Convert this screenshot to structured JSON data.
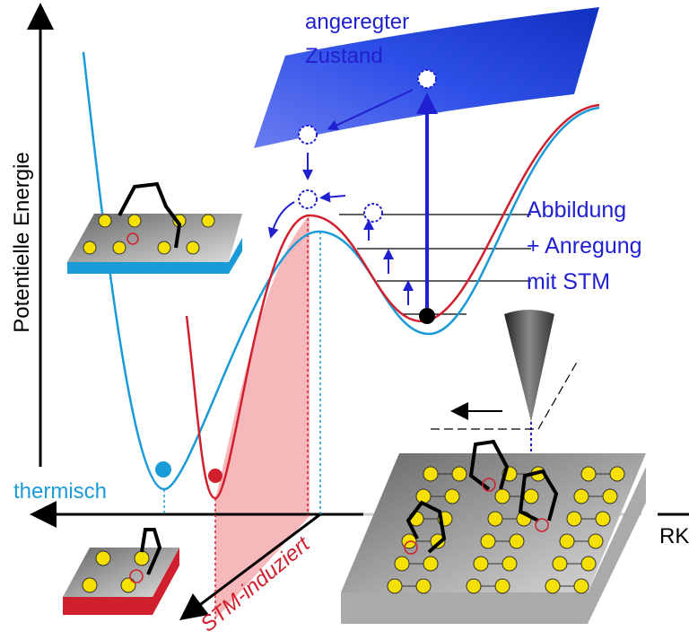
{
  "axes": {
    "y_label": "Potentielle Energie",
    "x_label": "RK"
  },
  "labels": {
    "excited_line1": "angeregter",
    "excited_line2": "Zustand",
    "stm_line1": "Abbildung",
    "stm_line2": "+ Anregung",
    "stm_line3": "mit STM",
    "thermal": "thermisch",
    "stm_induced": "STM-induziert"
  },
  "colors": {
    "thermal": "#1a9ad6",
    "stm": "#d0202e",
    "excited": "#2020d0",
    "molecule_atom": "#f5e000"
  }
}
